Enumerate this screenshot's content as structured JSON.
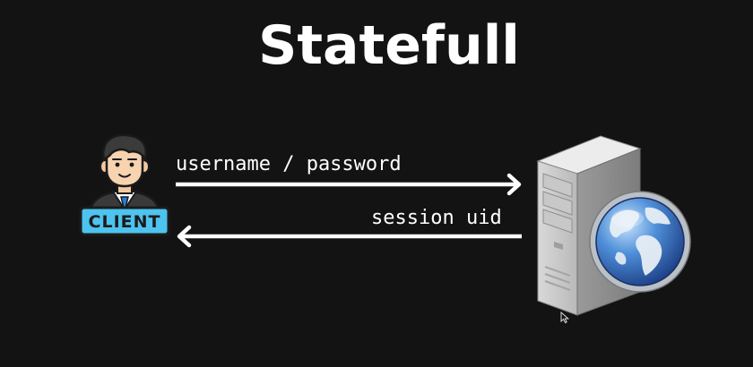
{
  "slide": {
    "title": "Statefull"
  },
  "client": {
    "badge_text": "CLIENT",
    "icon": "client-person-icon"
  },
  "arrows": {
    "request_label": "username / password",
    "response_label": "session uid"
  },
  "server": {
    "icon": "web-server-globe-icon"
  },
  "colors": {
    "background": "#131313",
    "text": "#ffffff",
    "badge_fill": "#4dc3ef",
    "badge_border": "#1b1b1b"
  }
}
